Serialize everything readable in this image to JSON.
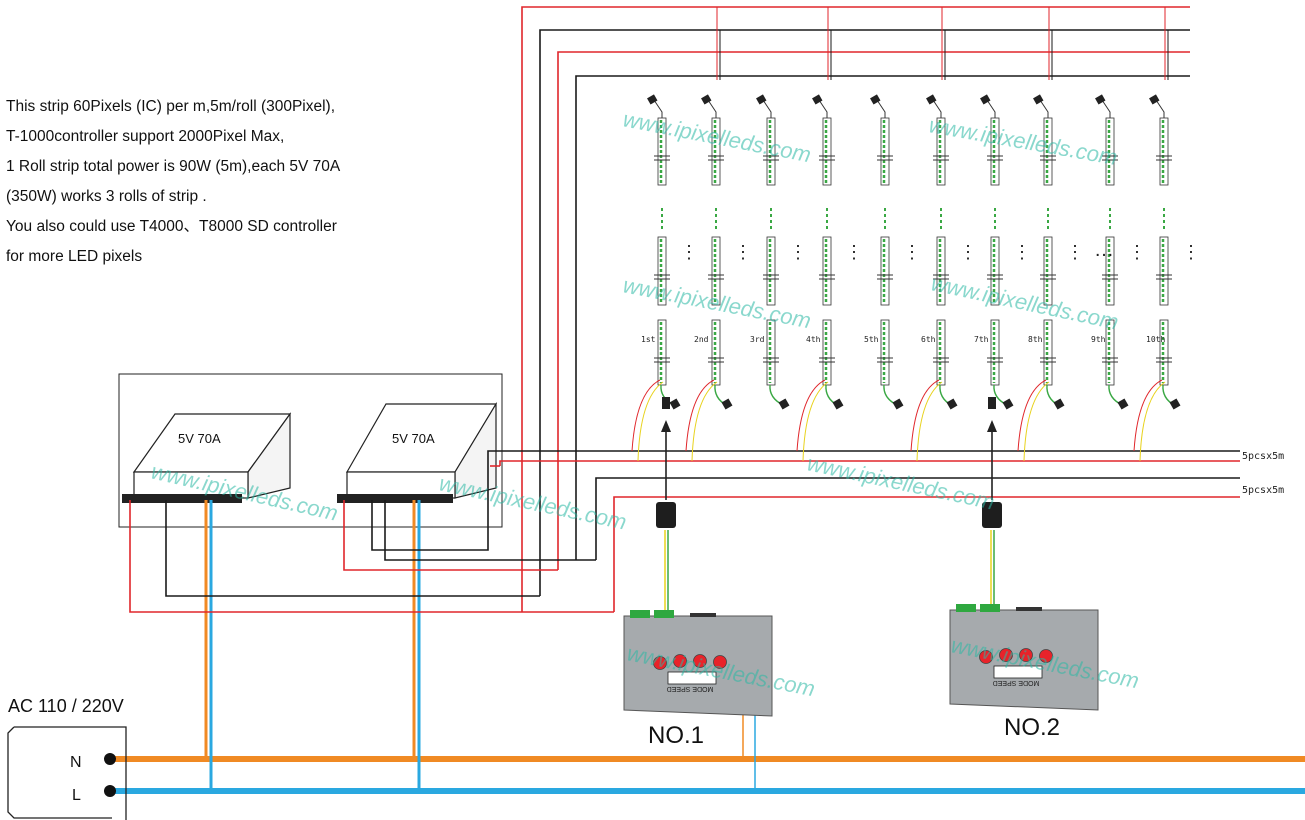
{
  "description": {
    "lines": [
      "This strip 60Pixels (IC) per m,5m/roll (300Pixel),",
      "T-1000controller support 2000Pixel Max,",
      "1 Roll strip total power is 90W (5m),each 5V 70A",
      "(350W) works 3 rolls of strip .",
      "You also could use  T4000、T8000 SD controller",
      " for more LED pixels"
    ]
  },
  "power_supplies": [
    {
      "label": "5V  70A"
    },
    {
      "label": "5V 70A"
    }
  ],
  "ac_source": {
    "label": "AC 110 / 220V",
    "n_label": "N",
    "l_label": "L"
  },
  "controllers": [
    {
      "label": "NO.1",
      "button_text": "MODE SPEED"
    },
    {
      "label": "NO.2",
      "button_text": "MODE SPEED"
    }
  ],
  "strip_labels": [
    "1st",
    "2nd",
    "3rd",
    "4th",
    "5th",
    "6th",
    "7th",
    "8th",
    "9th",
    "10th"
  ],
  "bus_labels": [
    "5pcsx5m",
    "5pcsx5m"
  ],
  "ellipsis": "…",
  "watermark": "www.ipixelleds.com",
  "colors": {
    "red_wire": "#e0262b",
    "black_wire": "#1a1a1a",
    "orange_wire": "#f08a24",
    "blue_wire": "#2aa8e0",
    "strip_green": "#3aa844",
    "watermark": "#29b8a4",
    "controller_body": "#a6aaad"
  }
}
